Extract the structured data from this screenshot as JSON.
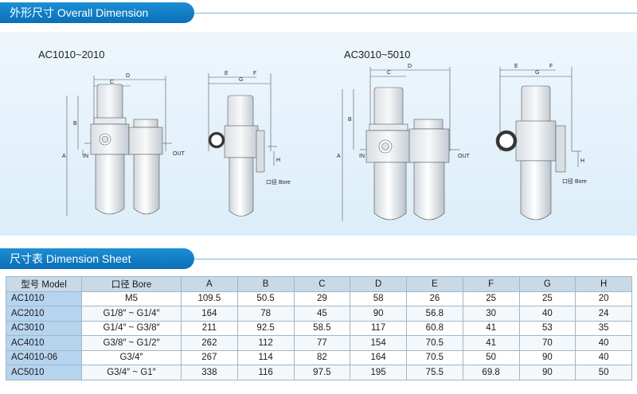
{
  "section1": {
    "title": "外形尺寸 Overall Dimension"
  },
  "section2": {
    "title": "尺寸表 Dimension Sheet"
  },
  "figures": {
    "group1_label": "AC1010~2010",
    "group2_label": "AC3010~5010",
    "dims": {
      "a": "A",
      "b": "B",
      "c": "C",
      "d": "D",
      "e": "E",
      "f": "F",
      "g": "G",
      "h": "H"
    },
    "in_label": "IN",
    "out_label": "OUT",
    "bore_label": "口径 Bore"
  },
  "table": {
    "headers": [
      "型号 Model",
      "口径 Bore",
      "A",
      "B",
      "C",
      "D",
      "E",
      "F",
      "G",
      "H"
    ],
    "rows": [
      [
        "AC1010",
        "M5",
        "109.5",
        "50.5",
        "29",
        "58",
        "26",
        "25",
        "25",
        "20"
      ],
      [
        "AC2010",
        "G1/8″ ~ G1/4″",
        "164",
        "78",
        "45",
        "90",
        "56.8",
        "30",
        "40",
        "24"
      ],
      [
        "AC3010",
        "G1/4″ ~ G3/8″",
        "211",
        "92.5",
        "58.5",
        "117",
        "60.8",
        "41",
        "53",
        "35"
      ],
      [
        "AC4010",
        "G3/8″ ~ G1/2″",
        "262",
        "112",
        "77",
        "154",
        "70.5",
        "41",
        "70",
        "40"
      ],
      [
        "AC4010-06",
        "G3/4″",
        "267",
        "114",
        "82",
        "164",
        "70.5",
        "50",
        "90",
        "40"
      ],
      [
        "AC5010",
        "G3/4″ ~ G1″",
        "338",
        "116",
        "97.5",
        "195",
        "75.5",
        "69.8",
        "90",
        "50"
      ]
    ]
  }
}
